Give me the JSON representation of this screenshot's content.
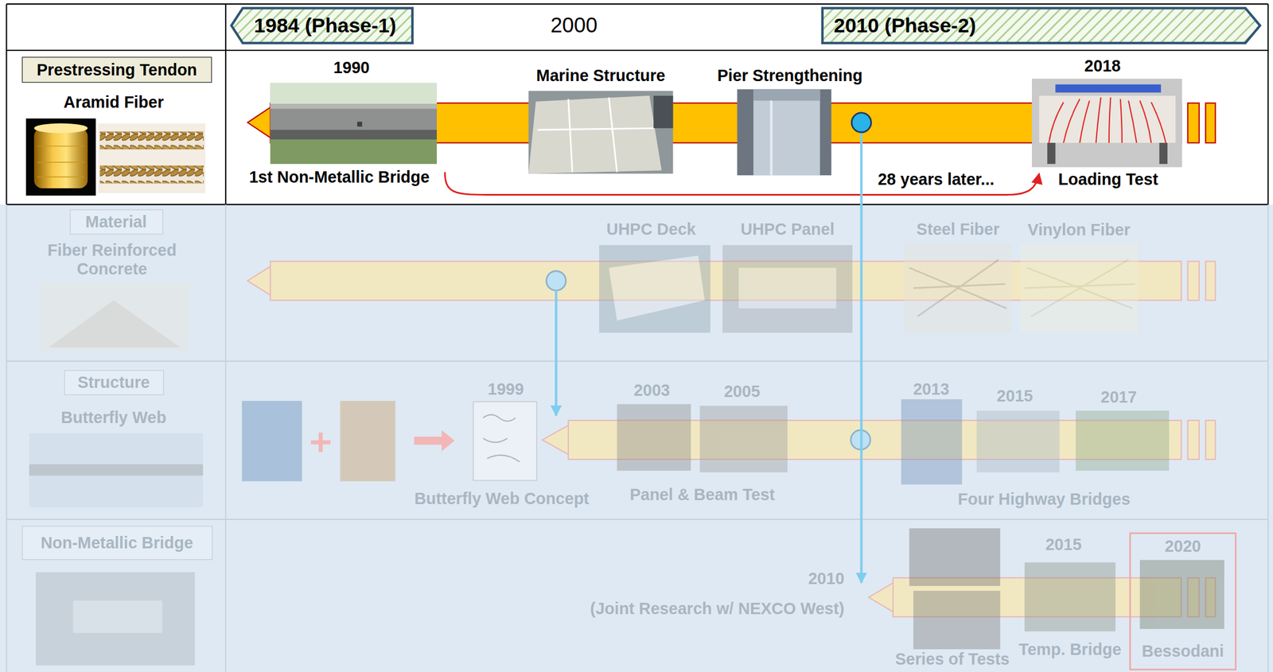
{
  "diagram": {
    "nodes": [
      {
        "text": [
          "1984 (Phase-1)"
        ]
      },
      {
        "text": [
          "2010 (Phase-2)"
        ]
      },
      {
        "text": [
          "Prestressing Tendon"
        ]
      },
      {
        "text": [
          "Material"
        ]
      },
      {
        "text": [
          "Structure"
        ]
      },
      {
        "text": [
          "Non-Metallic Bridge"
        ]
      },
      {
        "text": [
          "2020",
          "Bessodani"
        ]
      }
    ],
    "labels": [
      "2000",
      "Aramid Fiber",
      "1990",
      "Marine Structure",
      "Pier Strengthening",
      "2018",
      "1st Non-Metallic Bridge",
      "28 years later...",
      "Loading Test",
      "Fiber Reinforced Concrete",
      "UHPC Deck",
      "UHPC Panel",
      "Steel Fiber",
      "Vinylon Fiber",
      "Butterfly Web",
      "1999",
      "2003",
      "2005",
      "2013",
      "2015",
      "2017",
      "Butterfly Web Concept",
      "Panel & Beam Test",
      "Four Highway Bridges",
      "2015",
      "2010",
      "(Joint Research w/ NEXCO West)",
      "Temp. Bridge",
      "Series of Tests"
    ]
  }
}
